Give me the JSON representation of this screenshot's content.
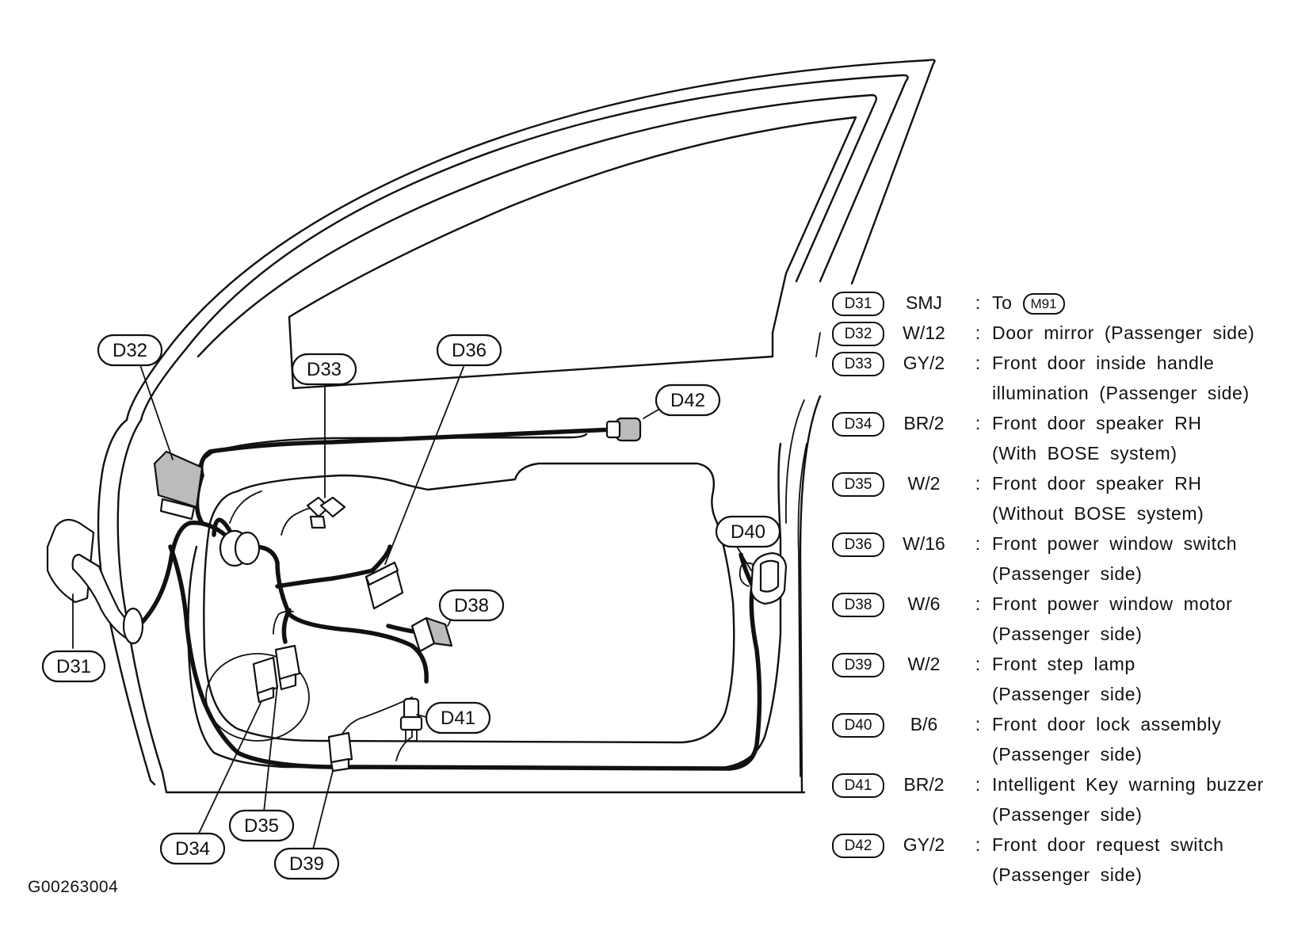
{
  "figure_id": "G00263004",
  "callouts": {
    "d31": "D31",
    "d32": "D32",
    "d33": "D33",
    "d34": "D34",
    "d35": "D35",
    "d36": "D36",
    "d38": "D38",
    "d39": "D39",
    "d40": "D40",
    "d41": "D41",
    "d42": "D42"
  },
  "legend": [
    {
      "code": "D31",
      "wire": "SMJ",
      "desc": "To",
      "ref": "M91"
    },
    {
      "code": "D32",
      "wire": "W/12",
      "desc": "Door  mirror  (Passenger  side)"
    },
    {
      "code": "D33",
      "wire": "GY/2",
      "desc": "Front  door  inside  handle",
      "desc2": "illumination  (Passenger  side)"
    },
    {
      "code": "D34",
      "wire": "BR/2",
      "desc": "Front  door  speaker  RH",
      "desc2": "(With  BOSE  system)"
    },
    {
      "code": "D35",
      "wire": "W/2",
      "desc": "Front  door  speaker  RH",
      "desc2": "(Without  BOSE  system)"
    },
    {
      "code": "D36",
      "wire": "W/16",
      "desc": "Front  power  window  switch",
      "desc2": "(Passenger  side)"
    },
    {
      "code": "D38",
      "wire": "W/6",
      "desc": "Front  power  window  motor",
      "desc2": "(Passenger  side)"
    },
    {
      "code": "D39",
      "wire": "W/2",
      "desc": "Front  step  lamp",
      "desc2": "(Passenger  side)"
    },
    {
      "code": "D40",
      "wire": "B/6",
      "desc": "Front  door  lock  assembly",
      "desc2": "(Passenger  side)"
    },
    {
      "code": "D41",
      "wire": "BR/2",
      "desc": "Intelligent  Key  warning  buzzer",
      "desc2": "(Passenger  side)"
    },
    {
      "code": "D42",
      "wire": "GY/2",
      "desc": "Front  door  request  switch",
      "desc2": "(Passenger  side)"
    }
  ],
  "colon": ":"
}
